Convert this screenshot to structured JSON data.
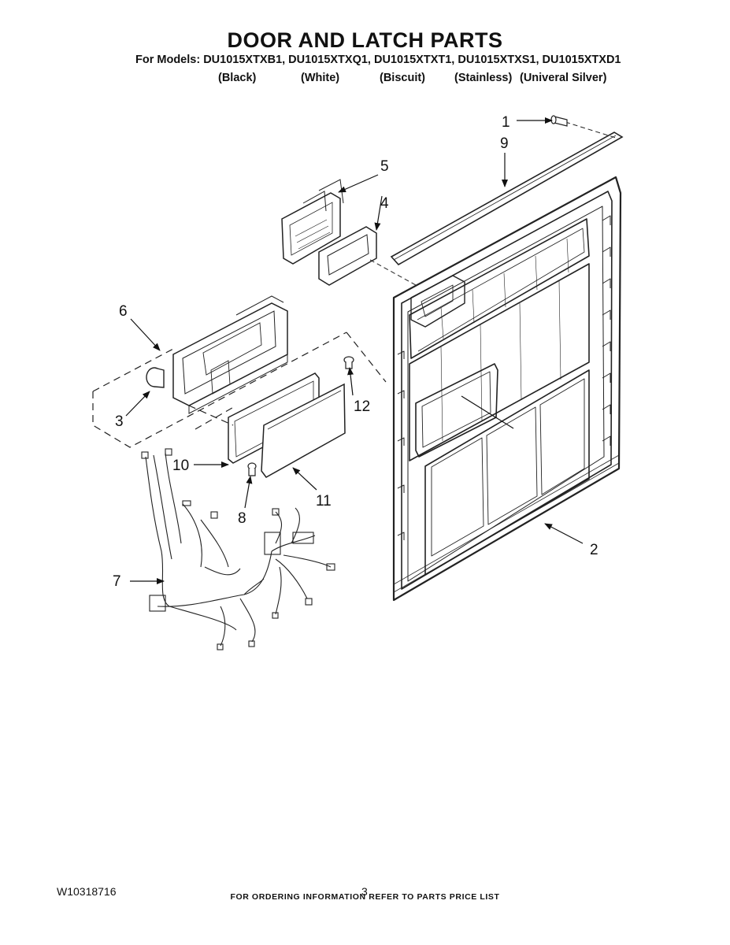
{
  "header": {
    "title": "DOOR AND LATCH PARTS",
    "models_line": "For Models: DU1015XTXB1, DU1015XTXQ1, DU1015XTXT1, DU1015XTXS1, DU1015XTXD1",
    "colors": [
      "(Black)",
      "(White)",
      "(Biscuit)",
      "(Stainless)",
      "(Univeral Silver)"
    ]
  },
  "callouts": {
    "c1": "1",
    "c2": "2",
    "c3": "3",
    "c4": "4",
    "c5": "5",
    "c6": "6",
    "c7": "7",
    "c8": "8",
    "c9": "9",
    "c10": "10",
    "c11": "11",
    "c12": "12"
  },
  "footer": {
    "ordering_note": "FOR ORDERING INFORMATION REFER TO PARTS PRICE LIST",
    "doc_number": "W10318716",
    "page_number": "3"
  }
}
